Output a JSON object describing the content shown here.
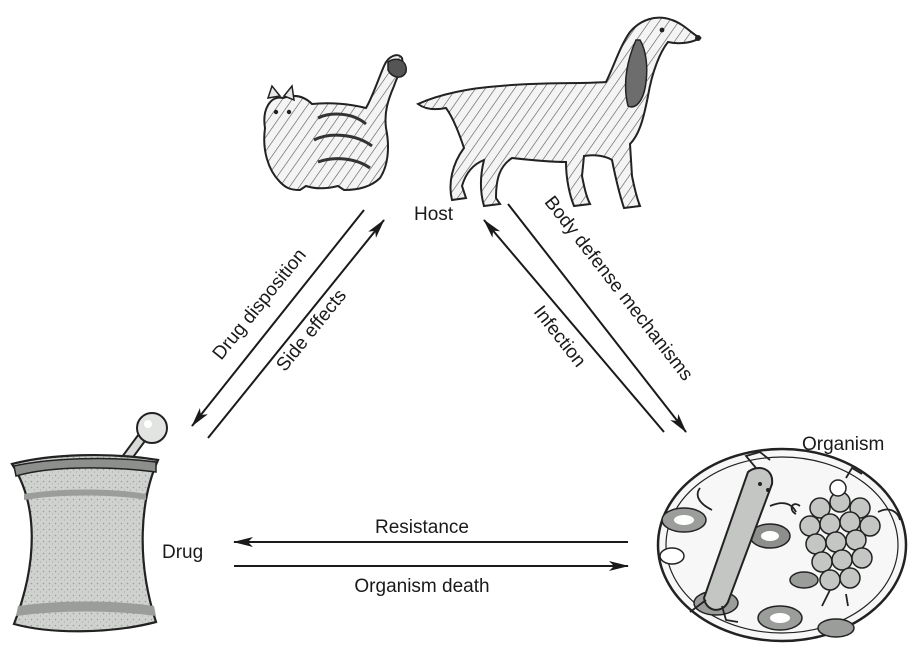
{
  "nodes": {
    "host": "Host",
    "drug": "Drug",
    "organism": "Organism"
  },
  "relations": {
    "drug_disposition": "Drug disposition",
    "side_effects": "Side effects",
    "body_defense": "Body defense mechanisms",
    "infection": "Infection",
    "resistance": "Resistance",
    "organism_death": "Organism death"
  },
  "icons": {
    "host_left": "cat-icon",
    "host_right": "dog-icon",
    "drug": "mortar-and-pestle-icon",
    "organism": "petri-dish-icon"
  },
  "colors": {
    "ink": "#1a1a1a",
    "stone": "#c9ccc9"
  }
}
